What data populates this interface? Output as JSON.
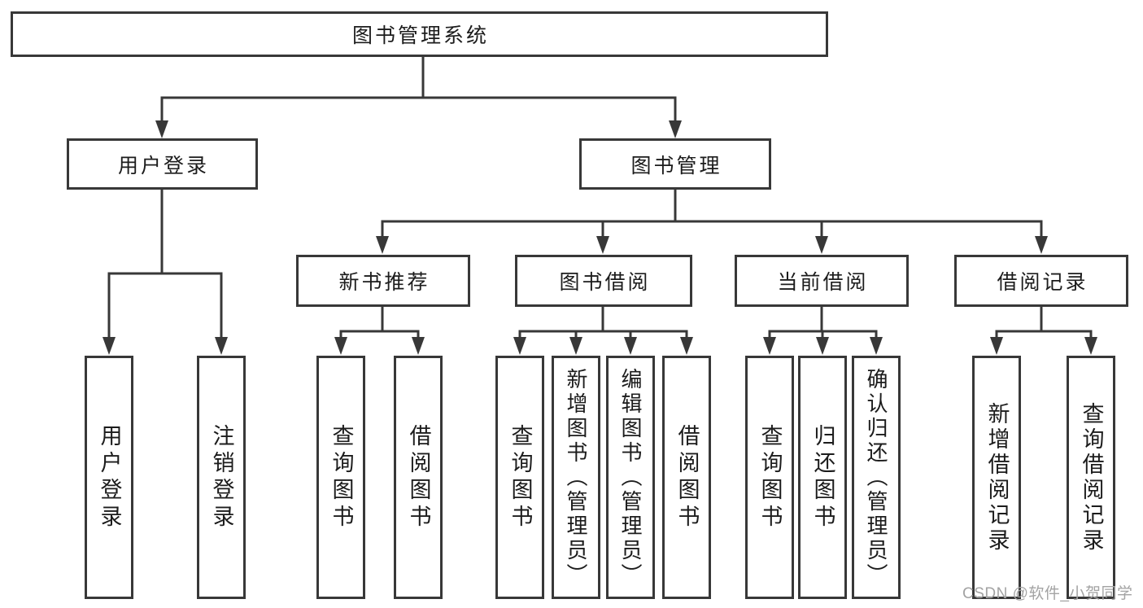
{
  "diagram": {
    "root_label": "图书管理系统",
    "branches": [
      {
        "label": "用户登录",
        "children": [
          {
            "label": "用户登录"
          },
          {
            "label": "注销登录"
          }
        ]
      },
      {
        "label": "图书管理",
        "groups": [
          {
            "label": "新书推荐",
            "children": [
              {
                "label": "查询图书"
              },
              {
                "label": "借阅图书"
              }
            ]
          },
          {
            "label": "图书借阅",
            "children": [
              {
                "label": "查询图书"
              },
              {
                "label": "新增图书（管理员）"
              },
              {
                "label": "编辑图书（管理员）"
              },
              {
                "label": "借阅图书"
              }
            ]
          },
          {
            "label": "当前借阅",
            "children": [
              {
                "label": "查询图书"
              },
              {
                "label": "归还图书"
              },
              {
                "label": "确认归还（管理员）"
              }
            ]
          },
          {
            "label": "借阅记录",
            "children": [
              {
                "label": "新增借阅记录"
              },
              {
                "label": "查询借阅记录"
              }
            ]
          }
        ]
      }
    ]
  },
  "watermark": {
    "text": "CSDN @软件_小贺同学"
  },
  "colors": {
    "line": "#383838",
    "box_border": "#383838",
    "box_bg": "#ffffff",
    "text": "#1c1c1c",
    "watermark": "#a3a3a3",
    "background": "#ffffff"
  }
}
